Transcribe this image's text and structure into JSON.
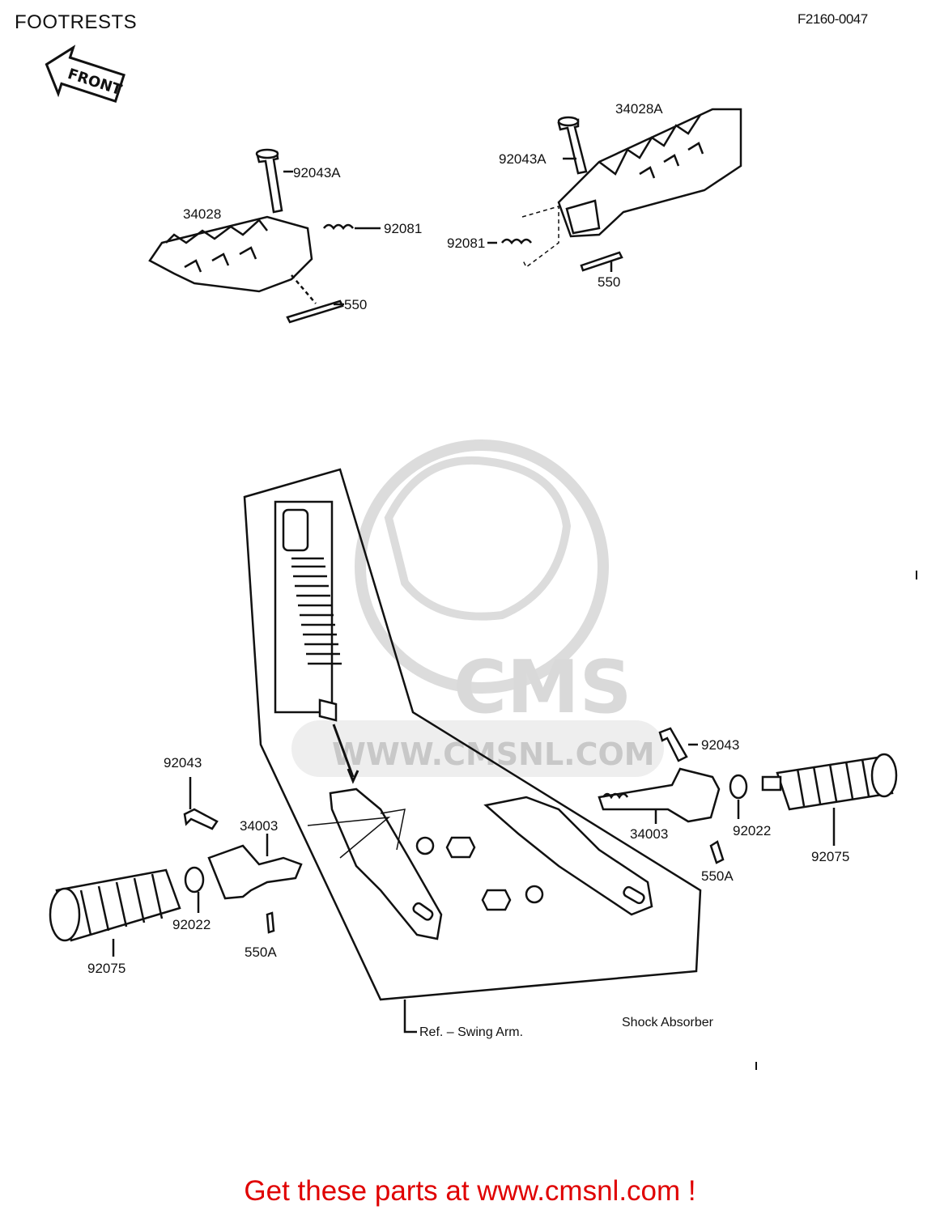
{
  "header": {
    "title": "FOOTRESTS",
    "code": "F2160-0047"
  },
  "direction_label": "FRONT",
  "watermark": {
    "brand": "CMS",
    "url": "WWW.CMSNL.COM"
  },
  "labels": {
    "top_left": {
      "bolt": "92043A",
      "footrest": "34028",
      "spring": "92081",
      "pin": "550"
    },
    "top_right": {
      "footrest": "34028A",
      "bolt": "92043A",
      "spring": "92081",
      "pin": "550"
    },
    "bottom_left": {
      "bolt": "92043",
      "bracket": "34003",
      "washer": "92022",
      "pin": "550A",
      "rubber": "92075"
    },
    "bottom_right": {
      "bolt": "92043",
      "bracket": "34003",
      "washer": "92022",
      "pin": "550A",
      "rubber": "92075"
    },
    "ref_swing_arm": "Ref. – Swing Arm.",
    "shock_absorber": "Shock Absorber"
  },
  "footer": {
    "text": "Get these parts at www.cmsnl.com !"
  },
  "colors": {
    "line": "#111111",
    "watermark": "#d9d9d9",
    "footer": "#e00000"
  }
}
